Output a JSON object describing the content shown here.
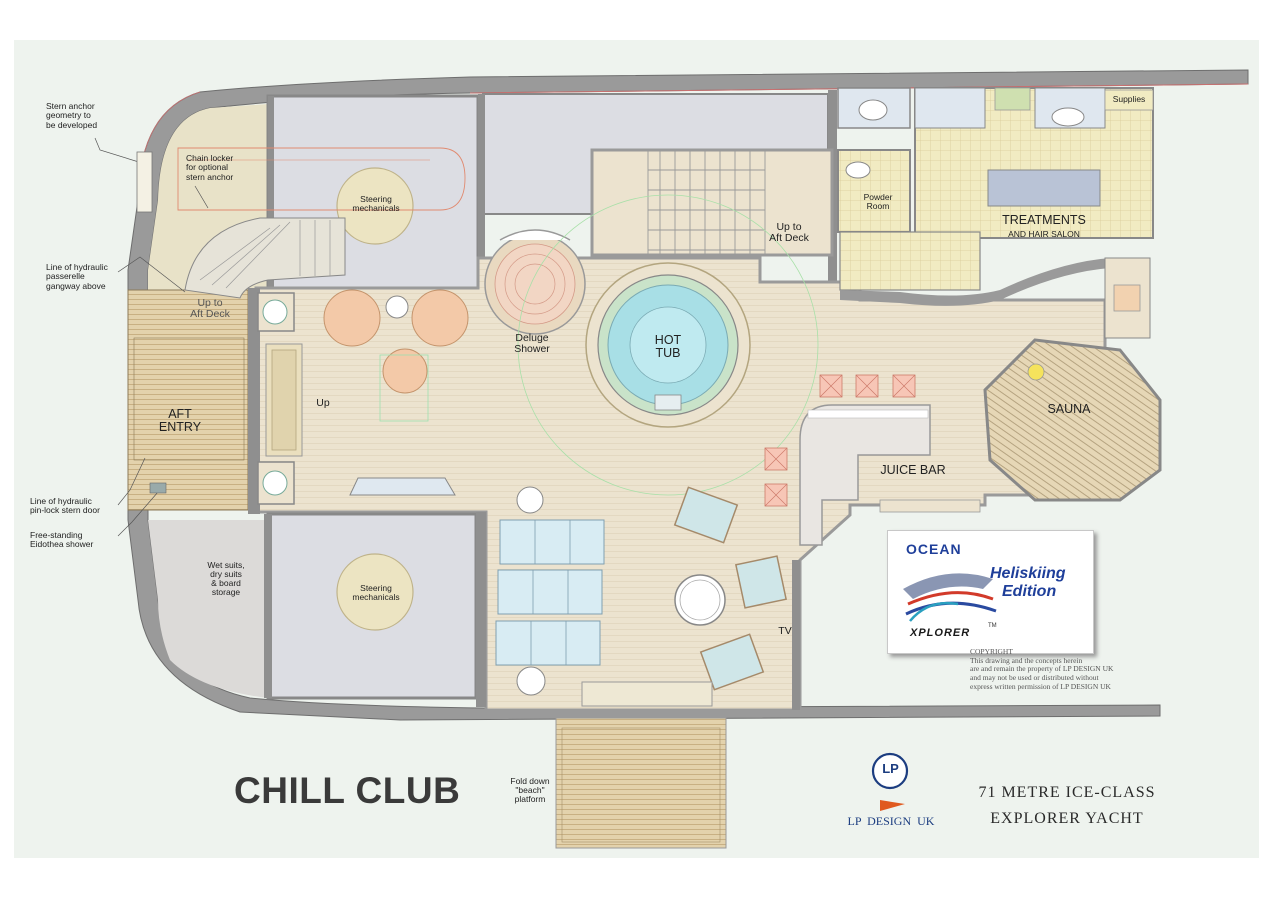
{
  "title": "CHILL CLUB",
  "rooms": {
    "aft_entry": "AFT\nENTRY",
    "up_to_aft_deck_left": "Up to\nAft Deck",
    "up": "Up",
    "steering_top": "Steering\nmechanicals",
    "steering_bottom": "Steering\nmechanicals",
    "wet_suits": "Wet suits,\ndry suits\n& board\nstorage",
    "deluge_shower": "Deluge\nShower",
    "hot_tub": "HOT\nTUB",
    "up_to_aft_deck_right": "Up to\nAft Deck",
    "powder_room": "Powder\nRoom",
    "treatments": "TREATMENTS",
    "hair_salon": "AND HAIR SALON",
    "supplies": "Supplies",
    "sauna": "SAUNA",
    "juice_bar": "JUICE BAR",
    "tv": "TV",
    "fold_down": "Fold down\n\"beach\"\nplatform"
  },
  "notes": {
    "stern_anchor": "Stern anchor\ngeometry to\nbe developed",
    "chain_locker": "Chain locker\nfor optional\nstern anchor",
    "passerelle": "Line of hydraulic\npasserelle\ngangway above",
    "stern_door": "Line of hydraulic\npin-lock stern door",
    "eidothea": "Free-standing\nEidothea shower"
  },
  "brand": {
    "ocean": "OCEAN",
    "xplorer": "XPLORER",
    "tm": "TM",
    "edition_line1": "Heliskiing",
    "edition_line2": "Edition",
    "copyright": "COPYRIGHT\nThis drawing and the concepts herein\nare and remain the property of LP DESIGN UK\nand may not be used or distributed without\nexpress written permission of LP DESIGN UK",
    "lp": "LP",
    "lp_design": "LP  DESIGN  UK",
    "yacht_line1": "71 METRE ICE-CLASS",
    "yacht_line2": "EXPLORER YACHT"
  },
  "colors": {
    "hull": "#8e8e8e",
    "floor": "#ece3cf",
    "storage": "#d9dce3",
    "tile": "#f0eac0",
    "water": "#9fdfe8",
    "teak": "#dcc8a0",
    "brand_blue": "#1f3f9a",
    "brand_orange": "#e05a20"
  }
}
